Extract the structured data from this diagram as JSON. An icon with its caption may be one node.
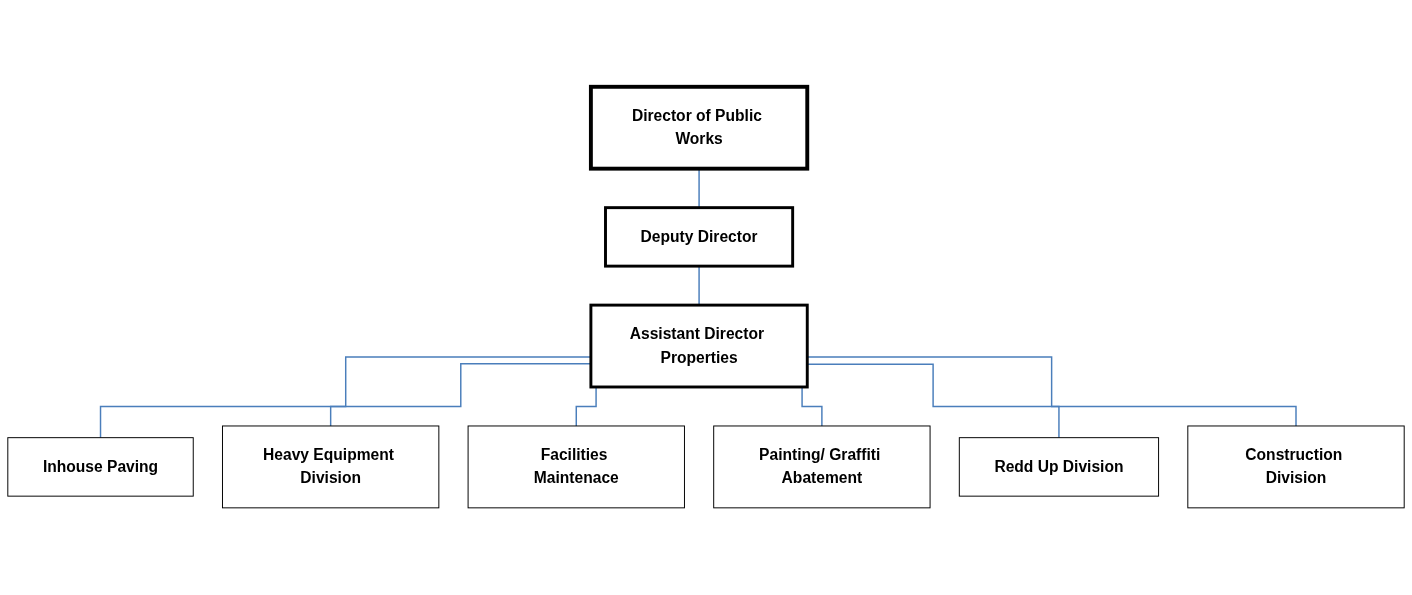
{
  "diagram": {
    "nodes": [
      {
        "text": [
          "Director of Public Works"
        ]
      },
      {
        "text": [
          "Deputy Director"
        ]
      },
      {
        "text": [
          "Assistant Director Properties"
        ]
      },
      {
        "text": [
          "Inhouse Paving"
        ]
      },
      {
        "text": [
          "Heavy Equipment Division"
        ]
      },
      {
        "text": [
          "Facilities Maintenace"
        ]
      },
      {
        "text": [
          "Painting/ Graffiti Abatement"
        ]
      },
      {
        "text": [
          "Redd Up Division"
        ]
      },
      {
        "text": [
          "Construction Division"
        ]
      }
    ],
    "edges": [
      {
        "from": 0,
        "to": 1,
        "arrow": "none"
      },
      {
        "from": 1,
        "to": 2,
        "arrow": "none"
      },
      {
        "from": 2,
        "to": 3,
        "arrow": "none"
      },
      {
        "from": 2,
        "to": 4,
        "arrow": "none"
      },
      {
        "from": 2,
        "to": 5,
        "arrow": "none"
      },
      {
        "from": 2,
        "to": 6,
        "arrow": "none"
      },
      {
        "from": 2,
        "to": 7,
        "arrow": "none"
      },
      {
        "from": 2,
        "to": 8,
        "arrow": "none"
      }
    ]
  }
}
